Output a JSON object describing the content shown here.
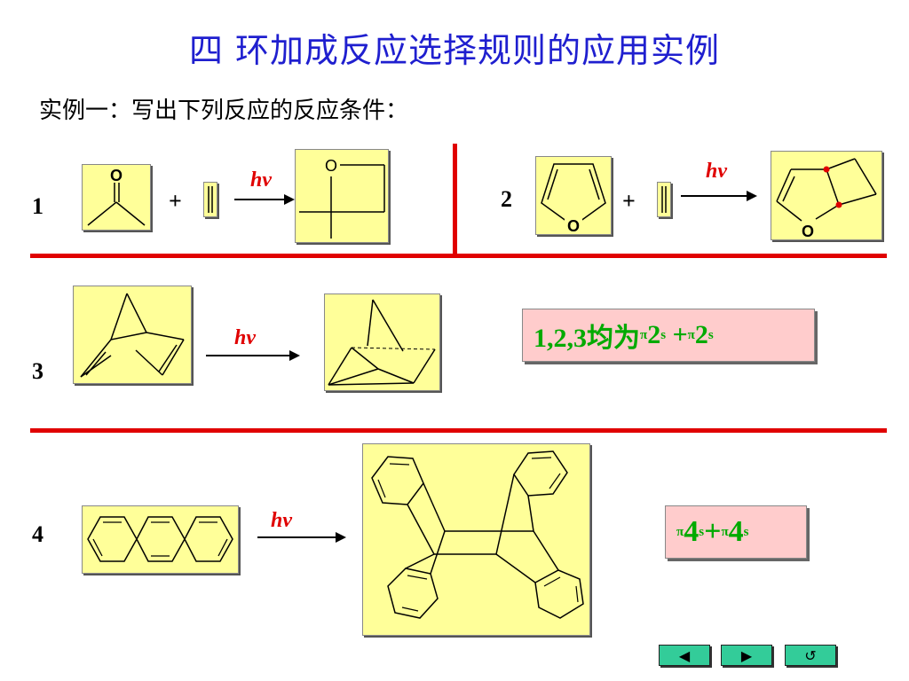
{
  "title": "四  环加成反应选择规则的应用实例",
  "subtitle": "实例一：写出下列反应的反应条件：",
  "reactions": {
    "r1": {
      "number": "1",
      "plus": "+",
      "condition": "hν",
      "atom_o": "O"
    },
    "r2": {
      "number": "2",
      "plus": "+",
      "condition": "hν",
      "atom_o": "O"
    },
    "r3": {
      "number": "3",
      "condition": "hν"
    },
    "r4": {
      "number": "4",
      "condition": "hν"
    }
  },
  "rule_1_3": {
    "prefix": "1,2,3均为",
    "pi": "π",
    "two": "2",
    "s": "s",
    "plus": " +"
  },
  "rule_4": {
    "pi": "π",
    "four": "4",
    "s": "s",
    "plus": "+"
  },
  "colors": {
    "title": "#1f1fcf",
    "accent_red": "#e00000",
    "rule_text": "#00aa00",
    "box_fill": "#ffff99",
    "rule_fill": "#ffcccc",
    "nav": "#33cc99"
  },
  "nav": {
    "prev_icon": "◀",
    "next_icon": "▶",
    "return_icon": "↺"
  }
}
